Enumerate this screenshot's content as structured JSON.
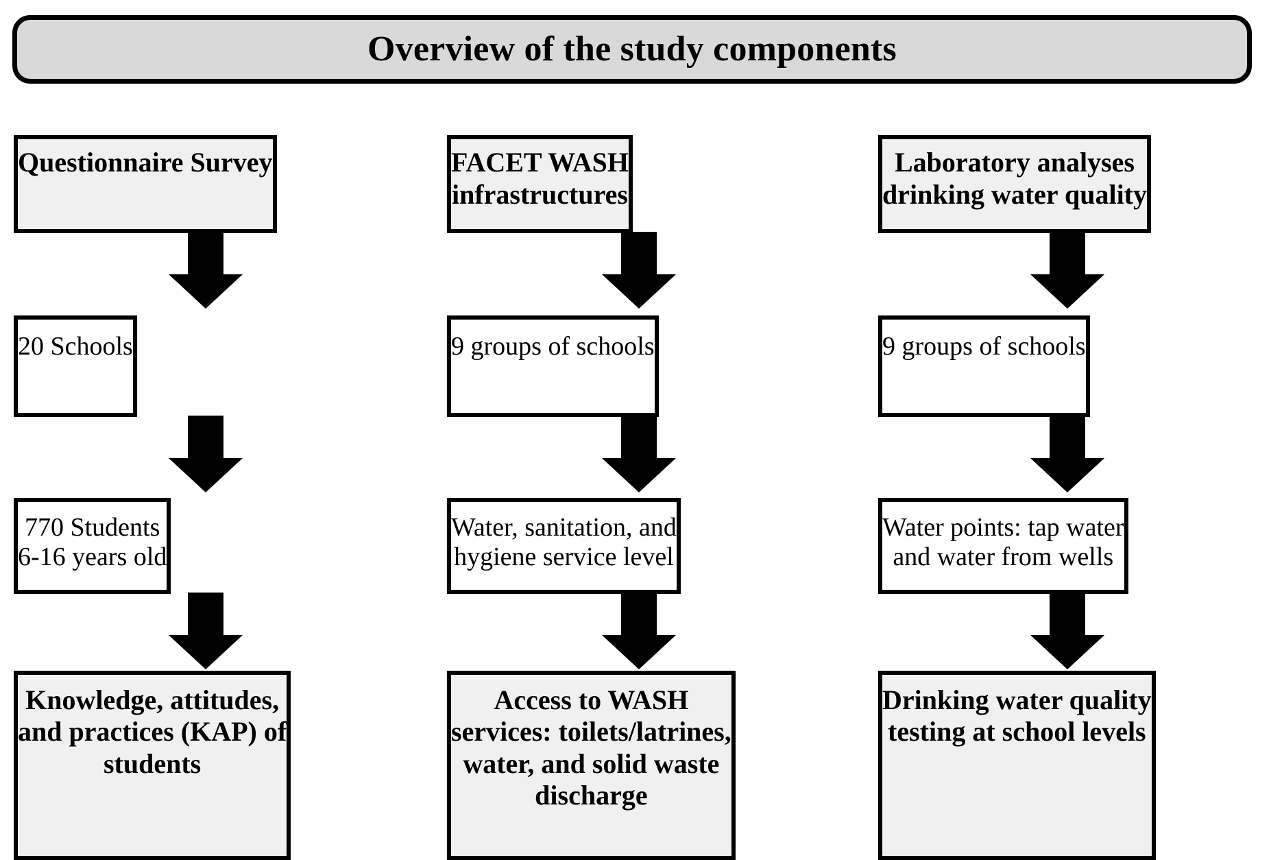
{
  "header": {
    "title": "Overview of the study components"
  },
  "columns": [
    {
      "id": "questionnaire-survey",
      "nodes": [
        {
          "label": "Questionnaire Survey",
          "style": "shaded",
          "weight": "emph"
        },
        {
          "label": "20 Schools",
          "style": "plain",
          "weight": "normal"
        },
        {
          "label": "770 Students\n6-16 years old",
          "style": "plain",
          "weight": "normal"
        },
        {
          "label": "Knowledge, attitudes,\nand practices (KAP) of\nstudents",
          "style": "shaded",
          "weight": "emph"
        }
      ],
      "arrows": [
        "down-arrow",
        "down-arrow",
        "down-arrow"
      ]
    },
    {
      "id": "facet-wash-infrastructures",
      "nodes": [
        {
          "label": "FACET WASH\ninfrastructures",
          "style": "shaded",
          "weight": "emph"
        },
        {
          "label": "9 groups of schools",
          "style": "plain",
          "weight": "normal"
        },
        {
          "label": "Water, sanitation, and\nhygiene service level",
          "style": "plain",
          "weight": "normal"
        },
        {
          "label": "Access to WASH\nservices: toilets/latrines,\nwater, and solid waste\ndischarge",
          "style": "shaded",
          "weight": "emph"
        }
      ],
      "arrows": [
        "down-arrow",
        "down-arrow",
        "down-arrow"
      ]
    },
    {
      "id": "laboratory-analyses",
      "nodes": [
        {
          "label": "Laboratory analyses\ndrinking water quality",
          "style": "shaded",
          "weight": "emph"
        },
        {
          "label": "9 groups of schools",
          "style": "plain",
          "weight": "normal"
        },
        {
          "label": "Water points: tap water\nand water from wells",
          "style": "plain",
          "weight": "normal"
        },
        {
          "label": "Drinking water quality\ntesting at school levels",
          "style": "shaded",
          "weight": "emph"
        }
      ],
      "arrows": [
        "down-arrow",
        "down-arrow",
        "down-arrow"
      ]
    }
  ],
  "colors": {
    "header_fill": "#d9d9d9",
    "shaded_fill": "#f0f0f0",
    "plain_fill": "#ffffff",
    "stroke": "#000000",
    "text": "#000000"
  }
}
